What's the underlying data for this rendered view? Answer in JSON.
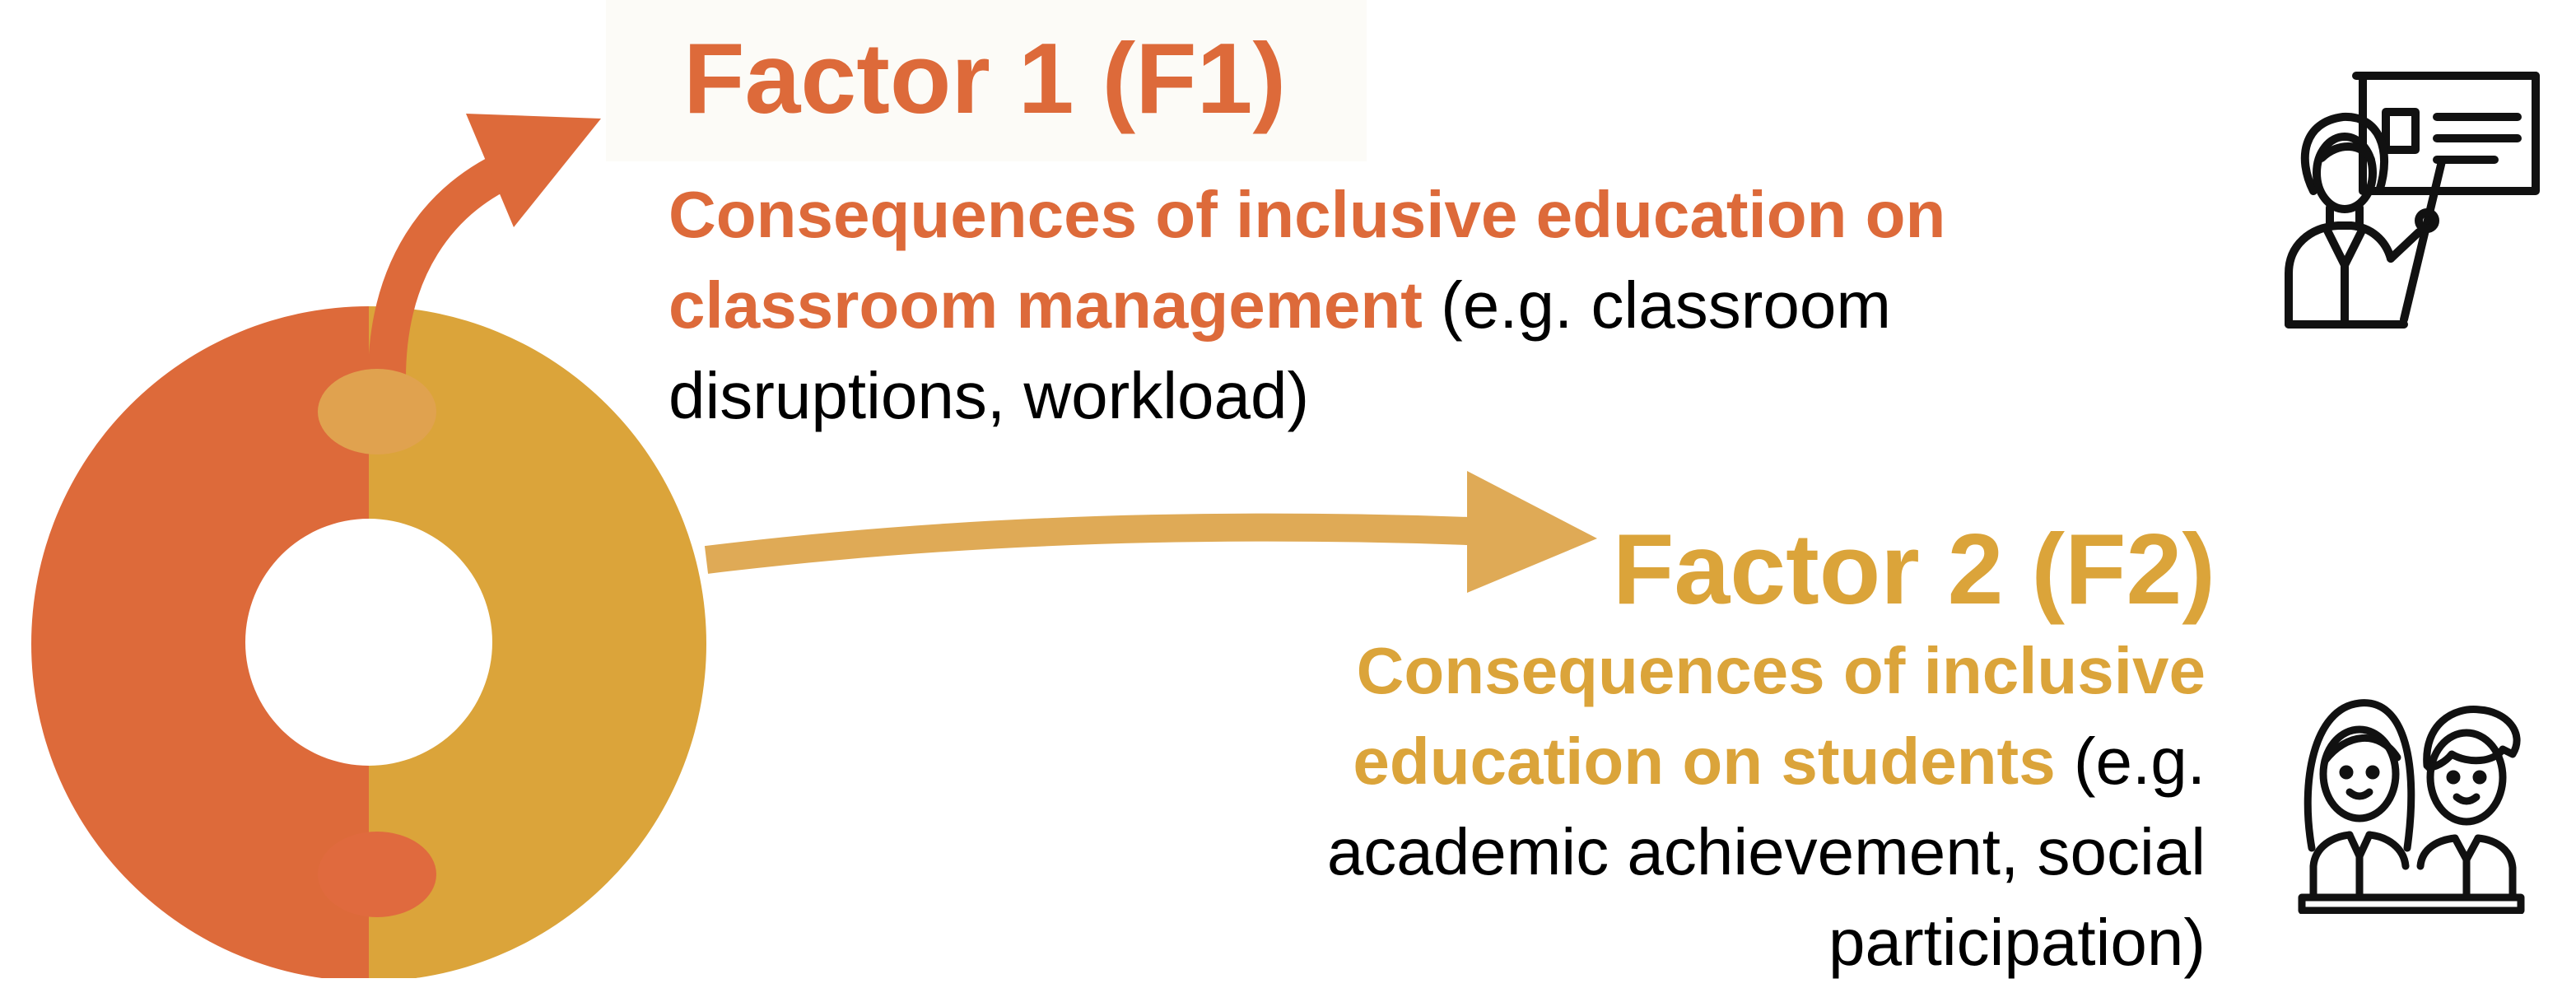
{
  "colors": {
    "factor1": "#dd6a3a",
    "factor2": "#dba43a",
    "arrow2": "#dfaa56",
    "dot_top": "#e0a24f",
    "dot_bottom": "#e06a3e",
    "text": "#000000"
  },
  "factor1": {
    "title": "Factor 1 (F1)",
    "desc_bold": "Consequences of inclusive education on classroom management",
    "desc_rest": " (e.g. classroom disruptions, workload)",
    "icon": "teacher-icon"
  },
  "factor2": {
    "title": "Factor 2 (F2)",
    "desc_bold": "Consequences of inclusive education on students",
    "desc_rest": " (e.g. academic achievement, social participation)",
    "icon": "students-icon"
  }
}
